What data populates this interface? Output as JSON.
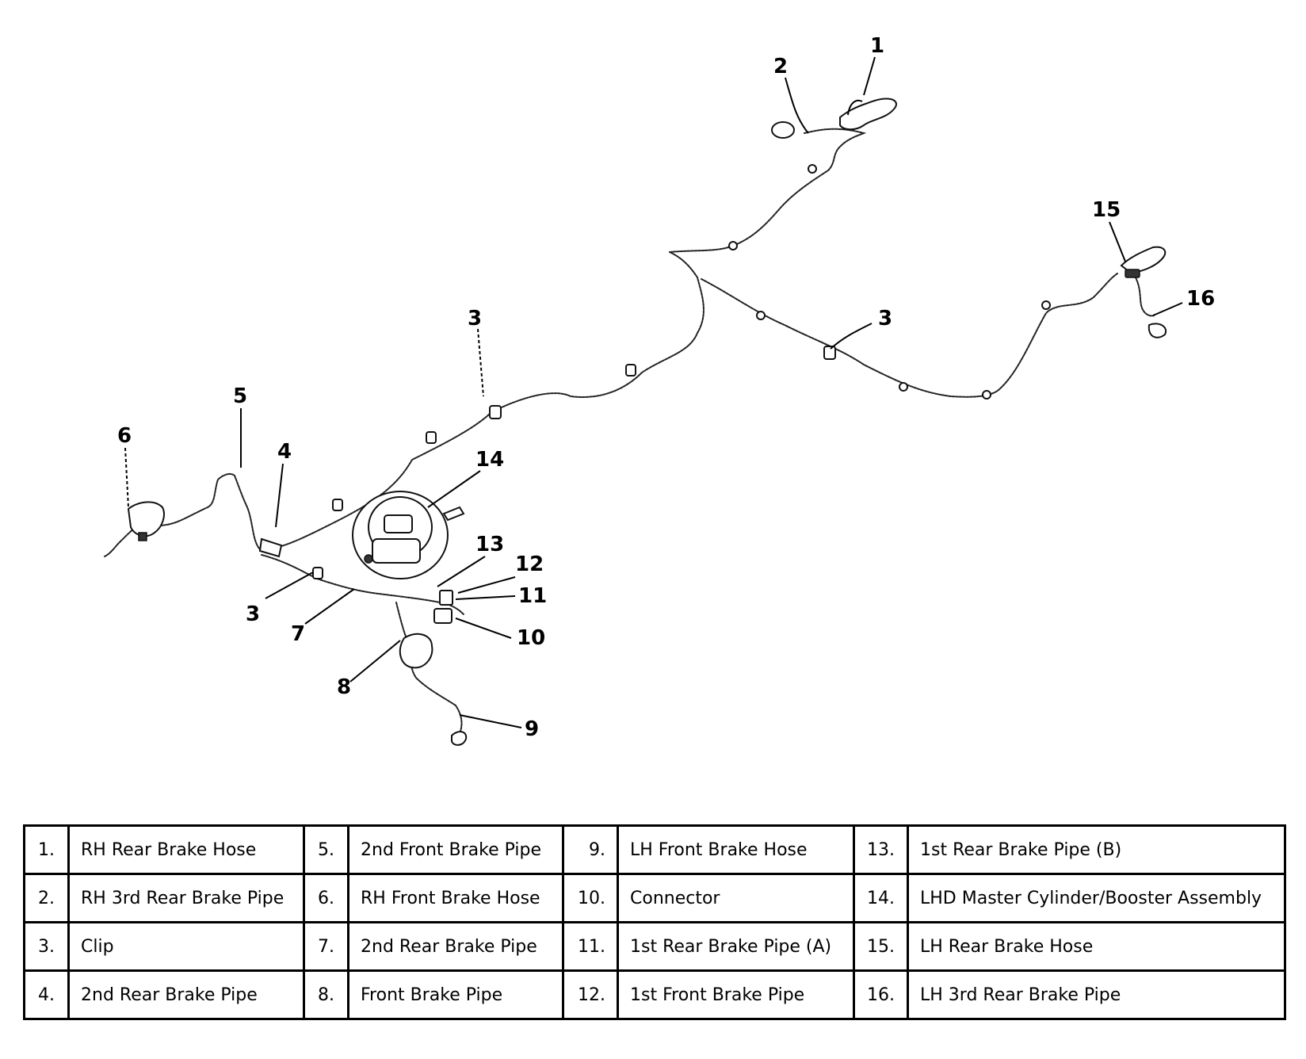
{
  "callouts": [
    {
      "id": "c1",
      "text": "1"
    },
    {
      "id": "c2",
      "text": "2"
    },
    {
      "id": "c3a",
      "text": "3"
    },
    {
      "id": "c3b",
      "text": "3"
    },
    {
      "id": "c3c",
      "text": "3"
    },
    {
      "id": "c4",
      "text": "4"
    },
    {
      "id": "c5",
      "text": "5"
    },
    {
      "id": "c6",
      "text": "6"
    },
    {
      "id": "c7",
      "text": "7"
    },
    {
      "id": "c8",
      "text": "8"
    },
    {
      "id": "c9",
      "text": "9"
    },
    {
      "id": "c10",
      "text": "10"
    },
    {
      "id": "c11",
      "text": "11"
    },
    {
      "id": "c12",
      "text": "12"
    },
    {
      "id": "c13",
      "text": "13"
    },
    {
      "id": "c14",
      "text": "14"
    },
    {
      "id": "c15",
      "text": "15"
    },
    {
      "id": "c16",
      "text": "16"
    }
  ],
  "legend": {
    "rows": [
      [
        {
          "num": "1.",
          "label": "RH Rear Brake Hose"
        },
        {
          "num": "5.",
          "label": "2nd Front Brake Pipe"
        },
        {
          "num": "9.",
          "label": "LH Front Brake Hose"
        },
        {
          "num": "13.",
          "label": "1st Rear Brake Pipe (B)"
        }
      ],
      [
        {
          "num": "2.",
          "label": "RH 3rd Rear Brake Pipe"
        },
        {
          "num": "6.",
          "label": "RH Front Brake Hose"
        },
        {
          "num": "10.",
          "label": "Connector"
        },
        {
          "num": "14.",
          "label": "LHD Master Cylinder/Booster Assembly"
        }
      ],
      [
        {
          "num": "3.",
          "label": "Clip"
        },
        {
          "num": "7.",
          "label": "2nd Rear Brake Pipe"
        },
        {
          "num": "11.",
          "label": "1st Rear Brake Pipe (A)"
        },
        {
          "num": "15.",
          "label": "LH Rear Brake Hose"
        }
      ],
      [
        {
          "num": "4.",
          "label": "2nd Rear Brake Pipe"
        },
        {
          "num": "8.",
          "label": "Front Brake Pipe"
        },
        {
          "num": "12.",
          "label": "1st Front Brake Pipe"
        },
        {
          "num": "16.",
          "label": "LH 3rd Rear Brake Pipe"
        }
      ]
    ]
  }
}
